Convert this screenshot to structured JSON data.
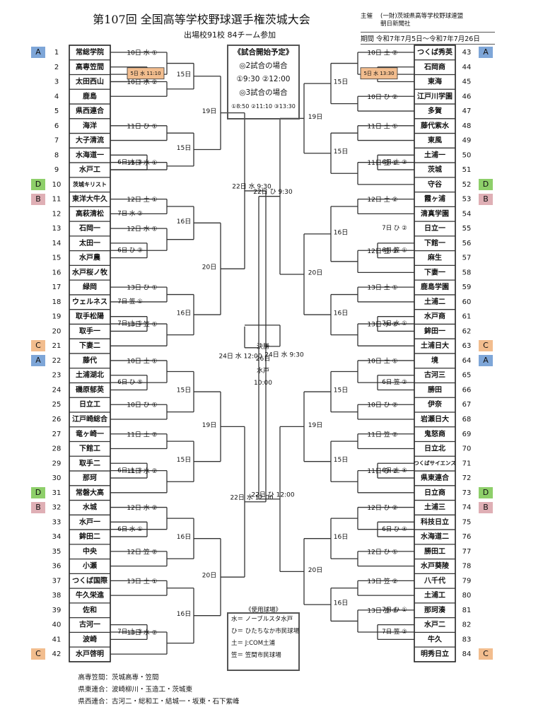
{
  "header": {
    "title": "第107回 全国高等学校野球選手権茨城大会",
    "subtitle": "出場校91校 84チーム参加",
    "organizer_label": "主催",
    "organizer_lines": [
      "(一財)茨城県高等学校野球連盟",
      "朝日新聞社"
    ],
    "period": "期間 令和7年7月5日～令和7年7月26日"
  },
  "teams_left": [
    "常総学院",
    "高専笠間",
    "太田西山",
    "鹿島",
    "県西連合",
    "海洋",
    "大子清流",
    "水海道一",
    "水戸工",
    "茨城キリスト",
    "東洋大牛久",
    "高萩清松",
    "石岡一",
    "太田一",
    "水戸農",
    "水戸桜ノ牧",
    "緑岡",
    "ウェルネス",
    "取手松陽",
    "取手一",
    "下妻二",
    "藤代",
    "土浦湖北",
    "磯原郁英",
    "日立工",
    "江戸崎総合",
    "竜ヶ崎一",
    "下館工",
    "取手二",
    "那珂",
    "常磐大高",
    "水城",
    "水戸一",
    "鉾田二",
    "中央",
    "小瀬",
    "つくば国際",
    "牛久栄進",
    "佐和",
    "古河一",
    "波崎",
    "水戸啓明"
  ],
  "teams_right": [
    "つくば秀英",
    "石岡商",
    "東海",
    "江戸川学園",
    "多賀",
    "藤代紫水",
    "東風",
    "土浦一",
    "茨城",
    "守谷",
    "霞ヶ浦",
    "清真学園",
    "日立一",
    "下館一",
    "麻生",
    "下妻一",
    "鹿島学園",
    "土浦二",
    "水戸商",
    "鉾田一",
    "土浦日大",
    "境",
    "古河三",
    "勝田",
    "伊奈",
    "岩瀬日大",
    "鬼怒商",
    "日立北",
    "つくばサイエンス",
    "県東連合",
    "日立商",
    "土浦三",
    "科技日立",
    "水海道二",
    "勝田工",
    "水戸葵陵",
    "八千代",
    "土浦工",
    "那珂湊",
    "水戸二",
    "牛久",
    "明秀日立"
  ],
  "badges_left": [
    {
      "pos": 1,
      "label": "A"
    },
    {
      "pos": 10,
      "label": "D"
    },
    {
      "pos": 11,
      "label": "B"
    },
    {
      "pos": 21,
      "label": "C"
    },
    {
      "pos": 22,
      "label": "A"
    },
    {
      "pos": 31,
      "label": "D"
    },
    {
      "pos": 32,
      "label": "B"
    },
    {
      "pos": 42,
      "label": "C"
    }
  ],
  "badges_right": [
    {
      "pos": 43,
      "label": "A"
    },
    {
      "pos": 52,
      "label": "D"
    },
    {
      "pos": 53,
      "label": "B"
    },
    {
      "pos": 63,
      "label": "C"
    },
    {
      "pos": 64,
      "label": "A"
    },
    {
      "pos": 73,
      "label": "D"
    },
    {
      "pos": 74,
      "label": "B"
    },
    {
      "pos": 84,
      "label": "C"
    }
  ],
  "badge_colors": {
    "A": "#7ea6d8",
    "B": "#dfafb5",
    "C": "#f2bd8e",
    "D": "#8ecf6a"
  },
  "left_round1": [
    {
      "pos": 2,
      "date": "5日 水 11:10",
      "highlight": true
    },
    {
      "pos": 8,
      "date": "6日 水 ②"
    },
    {
      "pos": 14,
      "date": "6日 ひ ③"
    },
    {
      "pos": 19,
      "date": "7日 土 ①"
    },
    {
      "pos": 23,
      "date": "6日 ひ ⑤"
    },
    {
      "pos": 29,
      "date": "6日 土 ④"
    },
    {
      "pos": 33,
      "date": "6日 水 ①"
    },
    {
      "pos": 40,
      "date": "7日 土 ②"
    }
  ],
  "right_round1": [
    {
      "pos": 44,
      "date": "5日 水 13:30",
      "highlight": true
    },
    {
      "pos": 50,
      "date": "6日 土 ③"
    },
    {
      "pos": 56,
      "date": "6日 笠 ①"
    },
    {
      "pos": 61,
      "date": "7日 水 ①"
    },
    {
      "pos": 65,
      "date": "6日 笠 ②"
    },
    {
      "pos": 71,
      "date": "6日 土 ⑤"
    },
    {
      "pos": 75,
      "date": "6日 ひ ④"
    },
    {
      "pos": 82,
      "date": "7日 笠 ②"
    }
  ],
  "left_round2": [
    {
      "a": 1,
      "b": 2.5,
      "date": "10日 水 ①"
    },
    {
      "a": 3,
      "b": 4,
      "date": "10日 水 ②"
    },
    {
      "a": 6,
      "b": 7,
      "date": "11日 ひ ①"
    },
    {
      "a": 8.5,
      "b": 9,
      "date": "11日 水 ①"
    },
    {
      "a": 11,
      "b": 12,
      "date": "12日 土 ①"
    },
    {
      "a": 13,
      "b": 14.5,
      "date": "12日 水 ①"
    },
    {
      "a": 17,
      "b": 18,
      "date": "13日 ひ ①"
    },
    {
      "a": 19.5,
      "b": 21,
      "date": "13日 笠 ①"
    },
    {
      "a": 22,
      "b": 23.5,
      "date": "10日 土 ①"
    },
    {
      "a": 25,
      "b": 26,
      "date": "10日 ひ ①"
    },
    {
      "a": 27,
      "b": 28,
      "date": "11日 土 ②"
    },
    {
      "a": 29.5,
      "b": 31,
      "date": "11日 水 ②"
    },
    {
      "a": 32,
      "b": 33.5,
      "date": "12日 水 ②"
    },
    {
      "a": 35,
      "b": 36,
      "date": "12日 笠 ②"
    },
    {
      "a": 37,
      "b": 38,
      "date": "13日 土 ①"
    },
    {
      "a": 40.5,
      "b": 42,
      "date": "13日 水 ②"
    }
  ],
  "left_tail_dates": [
    {
      "pos": 11.5,
      "date": "7日 水 ②"
    },
    {
      "pos": 17.5,
      "date": "7日 笠 ①"
    }
  ],
  "right_round2": [
    {
      "a": 43,
      "b": 44.5,
      "date": "10日 土 ②"
    },
    {
      "a": 46,
      "b": 47,
      "date": "10日 ひ ②"
    },
    {
      "a": 48,
      "b": 49,
      "date": "11日 土 ①"
    },
    {
      "a": 50.5,
      "b": 52,
      "date": "11日 笠 ①"
    },
    {
      "a": 53,
      "b": 54,
      "date": "12日 土 ②"
    },
    {
      "a": 56.5,
      "b": 58,
      "date": "12日 笠 ②"
    },
    {
      "a": 59,
      "b": 60,
      "date": "13日 土 ①"
    },
    {
      "a": 61.5,
      "b": 63,
      "date": "13日 水 ①"
    },
    {
      "a": 64,
      "b": 65.5,
      "date": "10日 土 ①"
    },
    {
      "a": 67,
      "b": 68,
      "date": "10日 ひ ②"
    },
    {
      "a": 69,
      "b": 70,
      "date": "11日 笠 ②"
    },
    {
      "a": 71.5,
      "b": 73,
      "date": "11日 ひ ②"
    },
    {
      "a": 74,
      "b": 75.5,
      "date": "12日 ひ ②"
    },
    {
      "a": 77,
      "b": 78,
      "date": "12日 ひ ①"
    },
    {
      "a": 79,
      "b": 80,
      "date": "13日 笠 ②"
    },
    {
      "a": 81,
      "b": 82.5,
      "date": "13日 笠 ②"
    }
  ],
  "right_tail_dates": [
    {
      "pos": 54.5,
      "date": "7日 ひ ②"
    },
    {
      "pos": 80.5,
      "date": "7日 ひ ①"
    }
  ],
  "round3_label": "15日",
  "round4_label": "16日",
  "round5_left": [
    "19日",
    "20日",
    "19日",
    "20日"
  ],
  "round5_right": [
    "19日",
    "20日",
    "19日",
    "20日"
  ],
  "semis_left": [
    "22日 水 9:30",
    "22日 水 12:00"
  ],
  "semis_right": [
    "22日 ひ 9:30",
    "22日 ひ 12:00"
  ],
  "finals_left": "24日 水 9:30",
  "finals_right": "24日 水 12:00",
  "final_lines": [
    "決勝",
    "26日",
    "水戸",
    "10:00"
  ],
  "schedule": {
    "title": "《試合開始予定》",
    "two_games": "◎2試合の場合",
    "two_times": "①9:30 ②12:00",
    "three_games": "◎3試合の場合",
    "three_times": "①8:50 ②11:10 ③13:30"
  },
  "venues": {
    "title": "《使用球場》",
    "items": [
      "水＝ ノーブルスタ水戸",
      "ひ＝ ひたちなか市民球場",
      "土＝ J:COM土浦",
      "笠＝ 笠間市民球場"
    ]
  },
  "notes": [
    {
      "label": "高専笠間：",
      "text": "茨城高専・笠間"
    },
    {
      "label": "県東連合：",
      "text": "波崎柳川・玉造工・茨城東"
    },
    {
      "label": "県西連合：",
      "text": "古河二・総和工・結城一・坂東・石下紫峰"
    }
  ]
}
